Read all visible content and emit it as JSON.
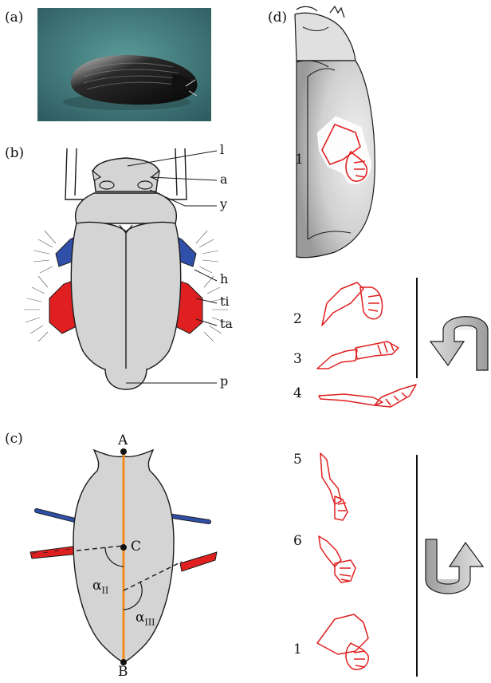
{
  "panels": {
    "a": {
      "label": "(a)"
    },
    "b": {
      "label": "(b)",
      "callouts": [
        "l",
        "a",
        "y",
        "h",
        "ti",
        "ta",
        "p"
      ]
    },
    "c": {
      "label": "(c)",
      "points": [
        "A",
        "C",
        "B"
      ],
      "angles": [
        {
          "base": "α",
          "sub": "II"
        },
        {
          "base": "α",
          "sub": "III"
        }
      ]
    },
    "d": {
      "label": "(d)",
      "steps": [
        "1",
        "2",
        "3",
        "4",
        "5",
        "6",
        "1"
      ]
    }
  },
  "colors": {
    "body": "#d4d4d4",
    "outline": "#1a1a1a",
    "hind_leg": "#e02020",
    "mid_leg": "#2f4fa8",
    "axis": "#f08a1c",
    "photo_bg": "#4e8a8a"
  },
  "icons": {
    "rotation_arrows": [
      "curved-arrow-down-icon",
      "curved-arrow-up-icon"
    ]
  }
}
